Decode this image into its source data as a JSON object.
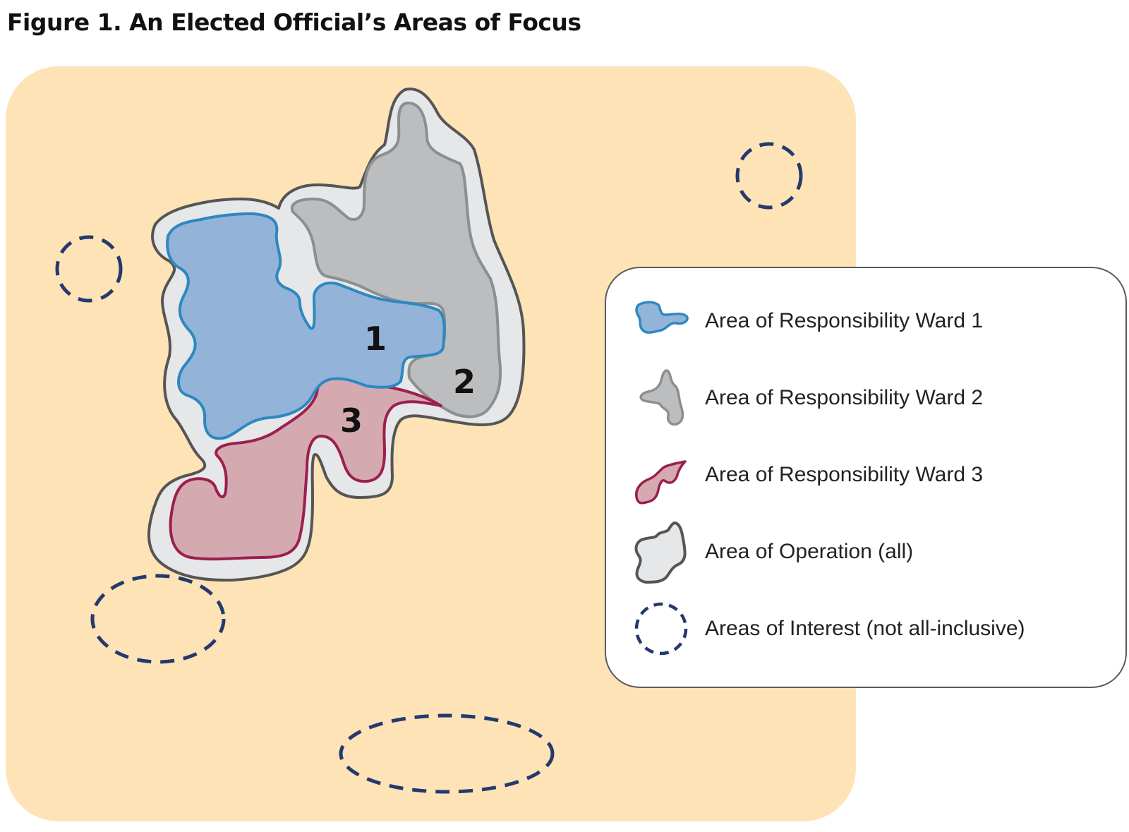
{
  "title": "Figure 1. An Elected Official’s Areas of Focus",
  "colors": {
    "background_area": "#fde3b6",
    "area_of_operation_fill": "#e6e7e8",
    "area_of_operation_stroke": "#555555",
    "ward1_fill": "#93b4d8",
    "ward1_stroke": "#2e88c0",
    "ward2_fill": "#bcbdbf",
    "ward2_stroke": "#8d8e90",
    "ward3_fill": "#d4aab0",
    "ward3_stroke": "#9b1f4e",
    "interest_stroke": "#24396e"
  },
  "ward_labels": [
    "1",
    "2",
    "3"
  ],
  "legend": [
    {
      "icon": "ward1-shape-icon",
      "label": "Area of Responsibility Ward 1"
    },
    {
      "icon": "ward2-shape-icon",
      "label": "Area of Responsibility Ward 2"
    },
    {
      "icon": "ward3-shape-icon",
      "label": "Area of Responsibility Ward 3"
    },
    {
      "icon": "operation-shape-icon",
      "label": "Area of Operation (all)"
    },
    {
      "icon": "dashed-circle-icon",
      "label": "Areas of Interest (not all-inclusive)"
    }
  ]
}
